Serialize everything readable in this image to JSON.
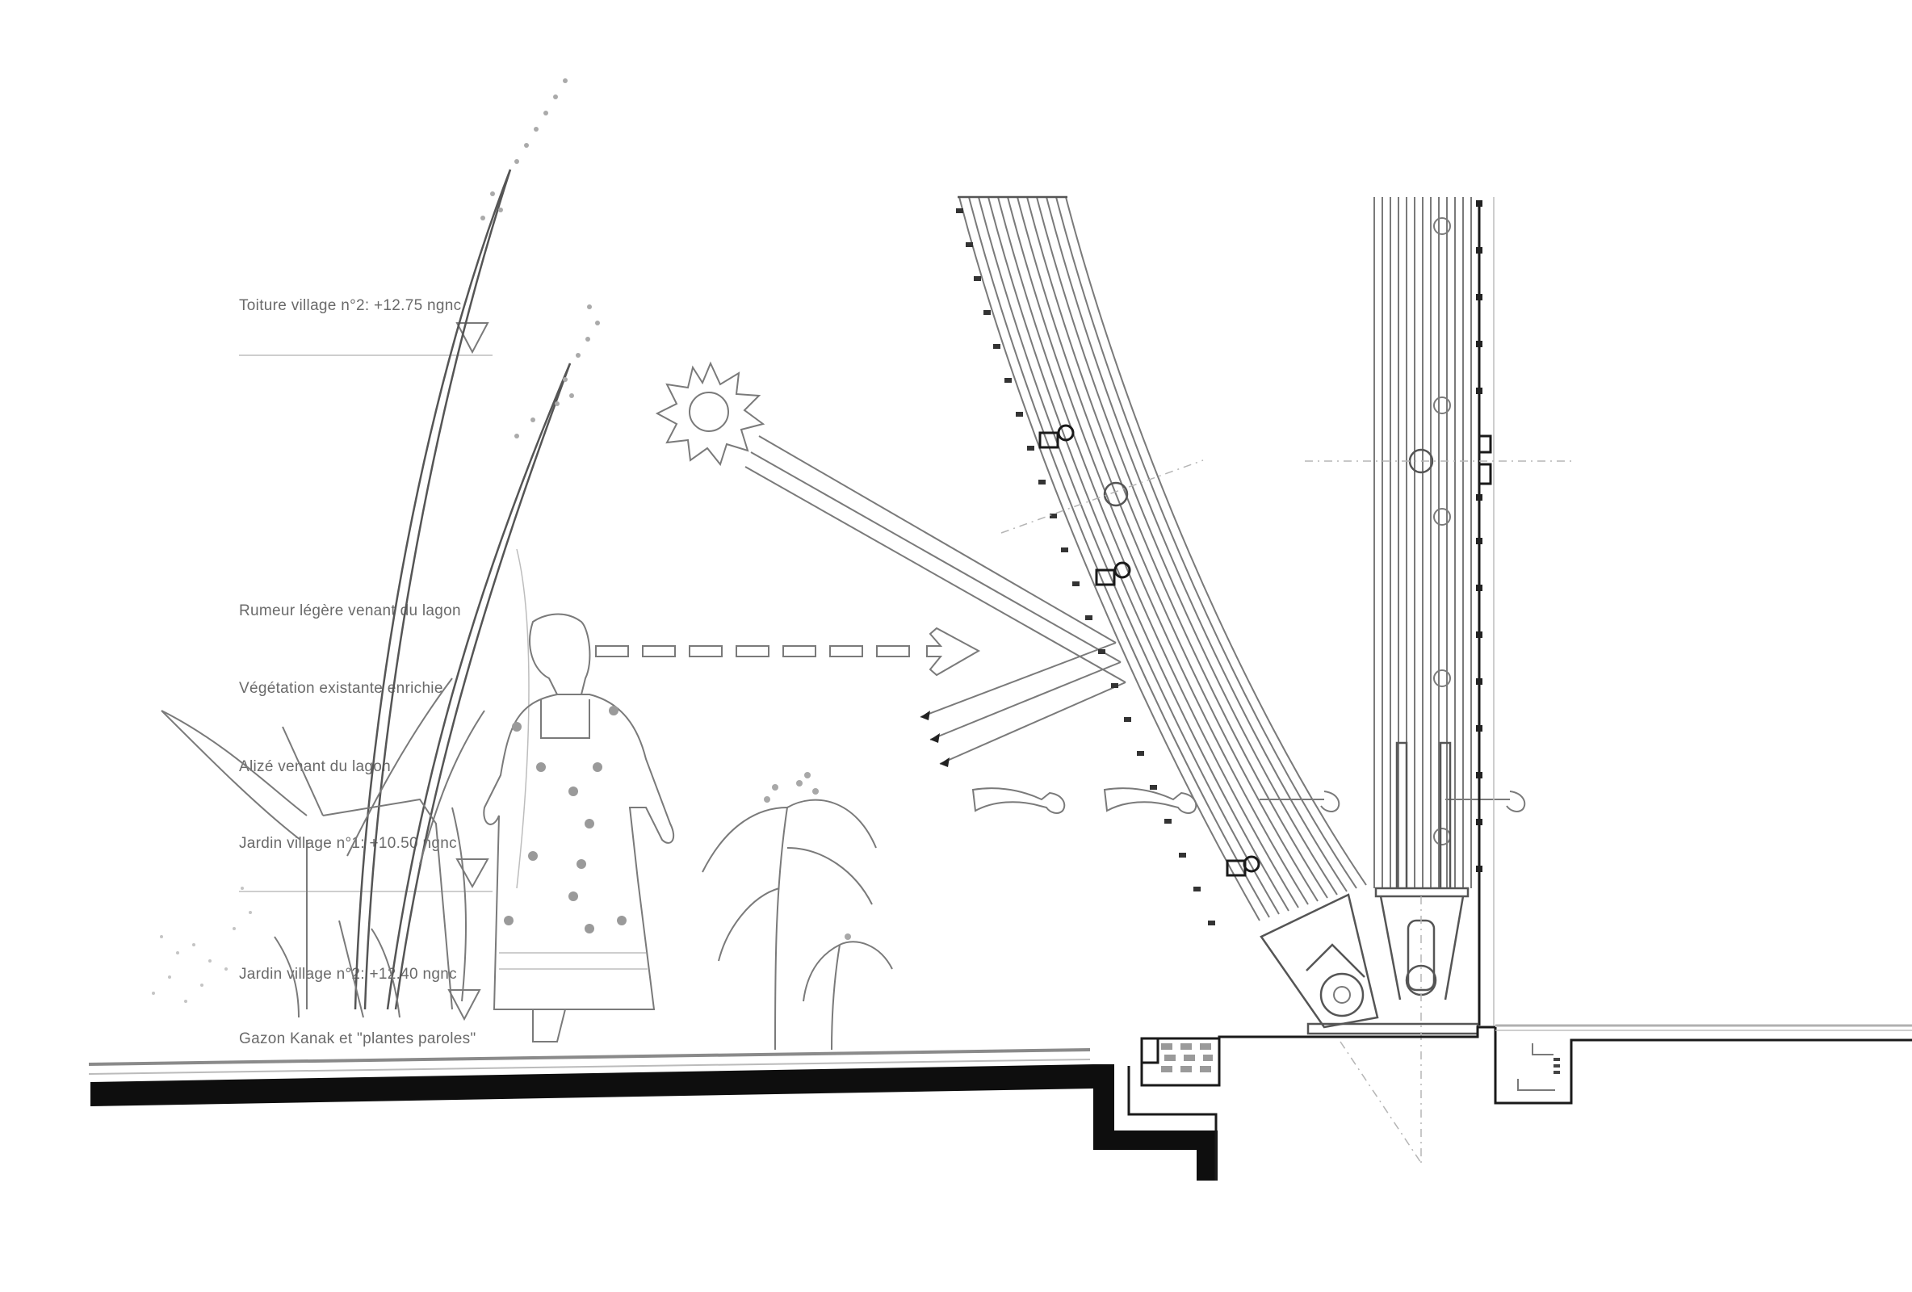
{
  "drawing": {
    "type": "architectural-section",
    "description": "Coupe sur case - ventilation naturelle",
    "background": "#ffffff",
    "ink_color": "#1a1a1a",
    "light_ink_color": "#7a7a7a"
  },
  "labels": {
    "roof_level": "Toiture village n°2:  +12.75 ngnc",
    "light_breeze": "Rumeur légère venant du lagon",
    "vegetation": "Végétation existante enrichie",
    "trade_wind": "Alizé venant du lagon",
    "garden_level_1": "Jardin village n°1:  +10.50 ngnc",
    "garden_level_2": "Jardin village n°2:  +12.40 ngnc",
    "lawn": "Gazon Kanak et \"plantes paroles\""
  },
  "level_markers": [
    {
      "name": "roof-level-marker",
      "label_ref": "roof_level",
      "elevation": "+12.75"
    },
    {
      "name": "garden-1-level-marker",
      "label_ref": "garden_level_1",
      "elevation": "+10.50"
    },
    {
      "name": "garden-2-level-marker",
      "label_ref": "garden_level_2",
      "elevation": "+12.40"
    }
  ],
  "elements": {
    "sun": "sun-icon",
    "sun_rays": 3,
    "reflected_rays": 3,
    "airflow_arrow": "dashed-wind-arrow",
    "curved_air_arrows": 4,
    "person": "woman-in-robe",
    "inclined_rib": "curved-wooden-rib",
    "vertical_rib": "vertical-wooden-rib"
  }
}
